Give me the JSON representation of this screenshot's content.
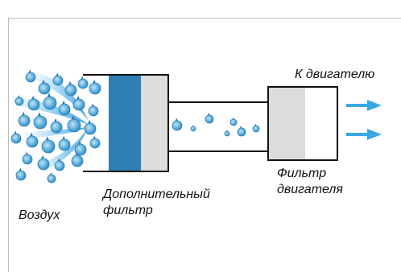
{
  "labels": {
    "to_engine": "К двигателю",
    "engine_filter_line1": "Фильтр",
    "engine_filter_line2": "двигателя",
    "extra_filter_line1": "Дополнительный",
    "extra_filter_line2": "фильтр",
    "air": "Воздух"
  },
  "colors": {
    "air_stream": "#5bb4e5",
    "droplet": "#3d9fd3",
    "filter_dark": "#2f7fb5",
    "filter_light": "#dcdcdc",
    "outline": "#111111",
    "arrow": "#3aa8e0"
  }
}
